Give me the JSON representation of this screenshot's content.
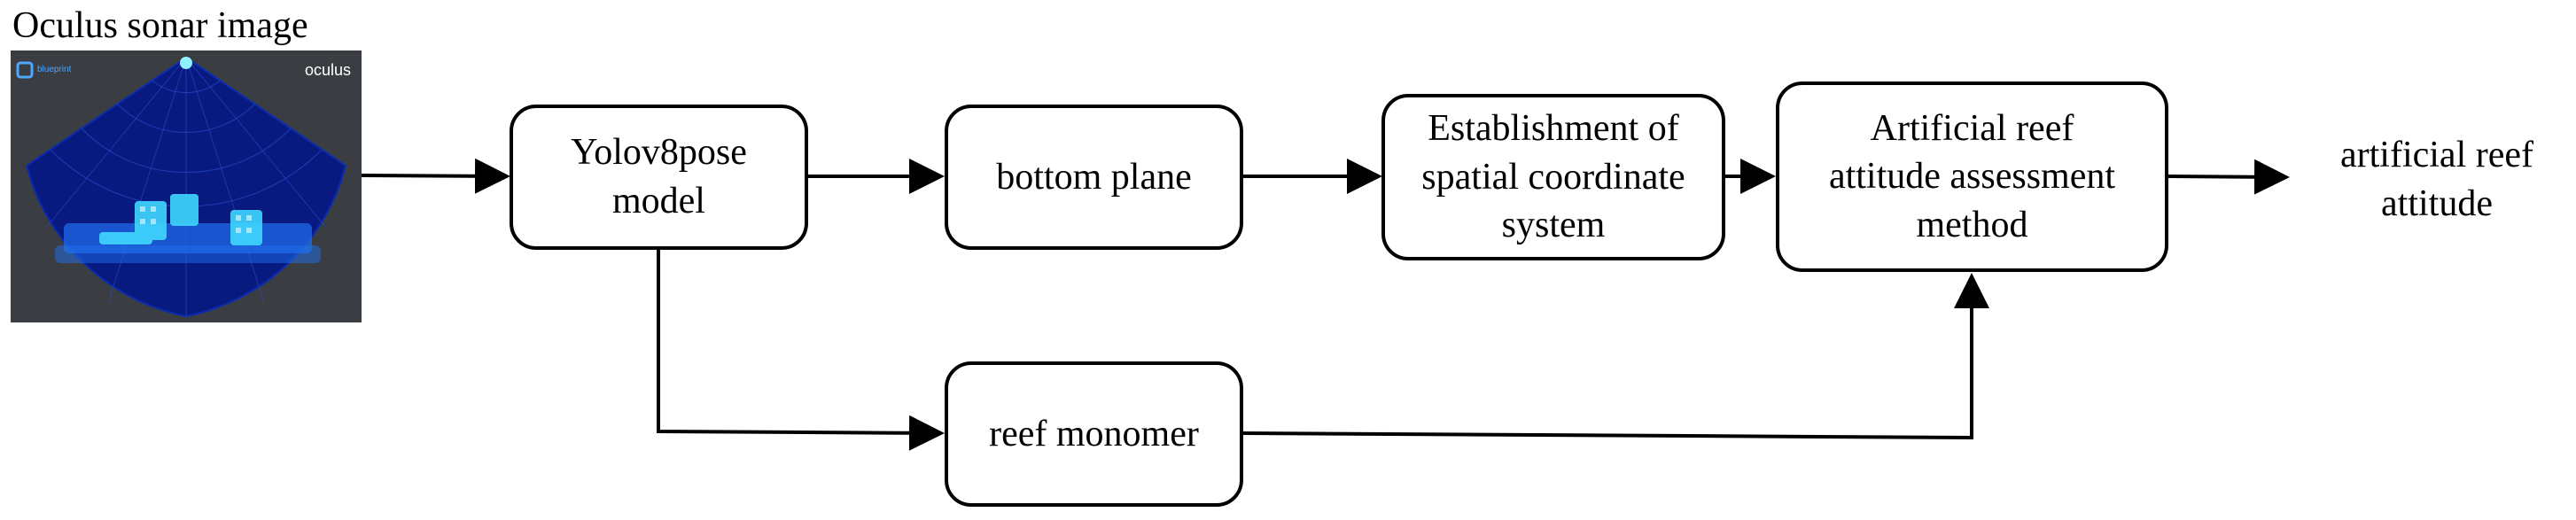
{
  "input": {
    "caption": "Oculus sonar image",
    "image_brand_text": "oculus",
    "image_logo_text": "blueprint"
  },
  "nodes": {
    "yolo": {
      "label": "Yolov8pose\nmodel"
    },
    "bottom_plane": {
      "label": "bottom plane"
    },
    "establishment": {
      "label": "Establishment of\nspatial coordinate\nsystem"
    },
    "assessment": {
      "label": "Artificial reef\nattitude assessment\nmethod"
    },
    "reef_monomer": {
      "label": "reef monomer"
    }
  },
  "output": {
    "label": "artificial reef\nattitude"
  },
  "colors": {
    "stroke": "#000000",
    "sonar_bg": "#3a3d42",
    "sonar_fan": "#0a1e8c",
    "sonar_accent": "#3fd7ff"
  }
}
